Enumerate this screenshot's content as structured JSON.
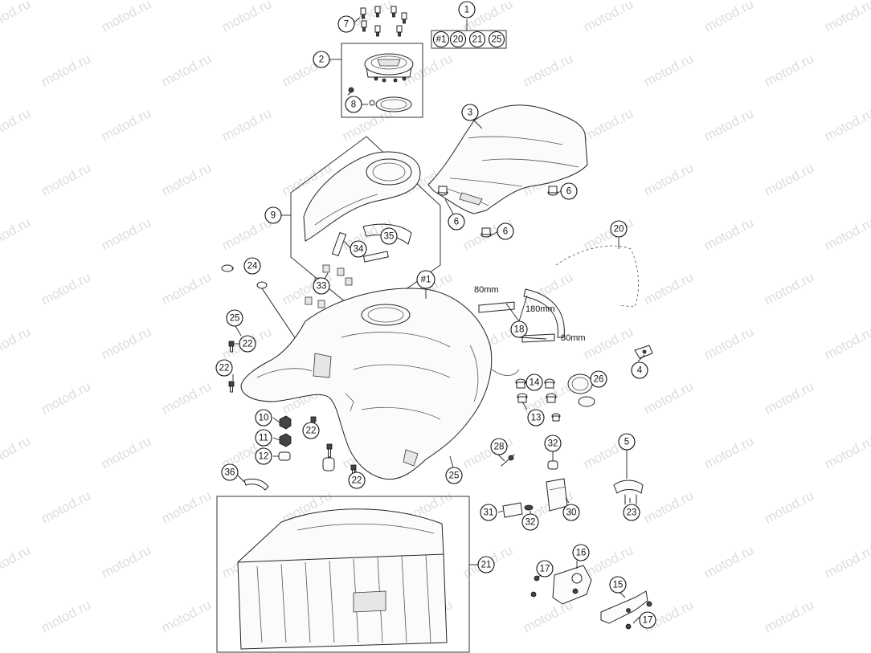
{
  "watermark": "motod.ru",
  "callouts": [
    {
      "id": "c1",
      "label": "1"
    },
    {
      "id": "c-h1",
      "label": "#1"
    },
    {
      "id": "c20a",
      "label": "20"
    },
    {
      "id": "c21a",
      "label": "21"
    },
    {
      "id": "c25a",
      "label": "25"
    },
    {
      "id": "c7",
      "label": "7"
    },
    {
      "id": "c2",
      "label": "2"
    },
    {
      "id": "c8",
      "label": "8"
    },
    {
      "id": "c3",
      "label": "3"
    },
    {
      "id": "c9",
      "label": "9"
    },
    {
      "id": "c35",
      "label": "35"
    },
    {
      "id": "c34",
      "label": "34"
    },
    {
      "id": "c33",
      "label": "33"
    },
    {
      "id": "c6a",
      "label": "6"
    },
    {
      "id": "c6b",
      "label": "6"
    },
    {
      "id": "c6c",
      "label": "6"
    },
    {
      "id": "c24",
      "label": "24"
    },
    {
      "id": "c-h1b",
      "label": "#1"
    },
    {
      "id": "c20b",
      "label": "20"
    },
    {
      "id": "c18",
      "label": "18"
    },
    {
      "id": "c25b",
      "label": "25"
    },
    {
      "id": "c22a",
      "label": "22"
    },
    {
      "id": "c22b",
      "label": "22"
    },
    {
      "id": "c4",
      "label": "4"
    },
    {
      "id": "c14",
      "label": "14"
    },
    {
      "id": "c26",
      "label": "26"
    },
    {
      "id": "c13",
      "label": "13"
    },
    {
      "id": "c10",
      "label": "10"
    },
    {
      "id": "c11",
      "label": "11"
    },
    {
      "id": "c22c",
      "label": "22"
    },
    {
      "id": "c12",
      "label": "12"
    },
    {
      "id": "c28",
      "label": "28"
    },
    {
      "id": "c32a",
      "label": "32"
    },
    {
      "id": "c5",
      "label": "5"
    },
    {
      "id": "c36",
      "label": "36"
    },
    {
      "id": "c22d",
      "label": "22"
    },
    {
      "id": "c25c",
      "label": "25"
    },
    {
      "id": "c31",
      "label": "31"
    },
    {
      "id": "c32b",
      "label": "32"
    },
    {
      "id": "c30",
      "label": "30"
    },
    {
      "id": "c23",
      "label": "23"
    },
    {
      "id": "c21b",
      "label": "21"
    },
    {
      "id": "c16",
      "label": "16"
    },
    {
      "id": "c17a",
      "label": "17"
    },
    {
      "id": "c15",
      "label": "15"
    },
    {
      "id": "c17b",
      "label": "17"
    }
  ],
  "dimensions": {
    "d80a": "80mm",
    "d180": "180mm",
    "d80b": "80mm"
  }
}
